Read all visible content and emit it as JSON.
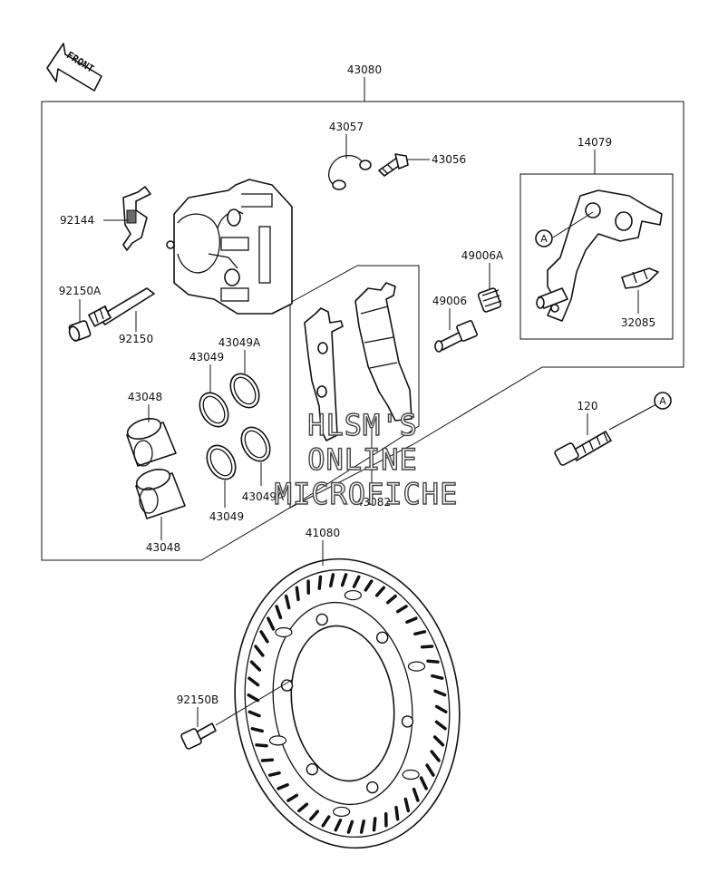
{
  "diagram": {
    "front_label": "FRONT",
    "callout_a": "A",
    "parts": {
      "p43080": "43080",
      "p43057": "43057",
      "p43056": "43056",
      "p14079": "14079",
      "p92144": "92144",
      "p92150A": "92150A",
      "p92150": "92150",
      "p49006A": "49006A",
      "p49006": "49006",
      "p32085": "32085",
      "p43049A": "43049A",
      "p43049_top": "43049",
      "p43048_top": "43048",
      "p120": "120",
      "p43049A_bot": "43049A",
      "p43049_bot": "43049",
      "p43082": "43082",
      "p43048_bot": "43048",
      "p41080": "41080",
      "p92150B": "92150B"
    }
  },
  "watermark": {
    "line1": "HLSM'S",
    "line2": "ONLINE",
    "line3": "MICROFICHE"
  }
}
